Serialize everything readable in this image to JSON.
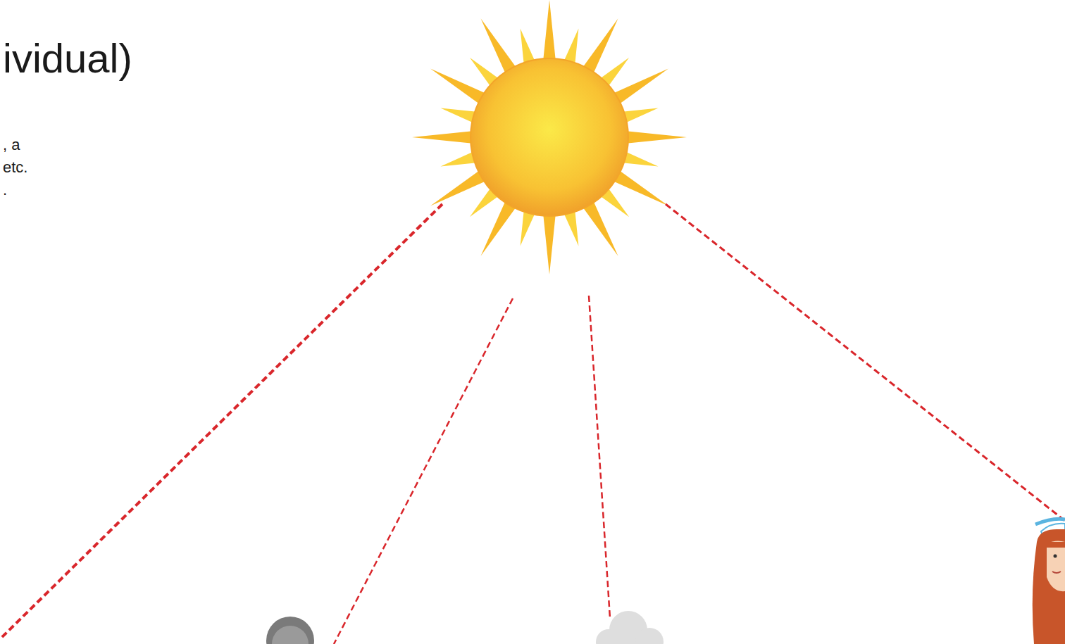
{
  "diagram": {
    "title": "ividual)",
    "labels": [
      ", a",
      "etc.",
      "."
    ]
  }
}
